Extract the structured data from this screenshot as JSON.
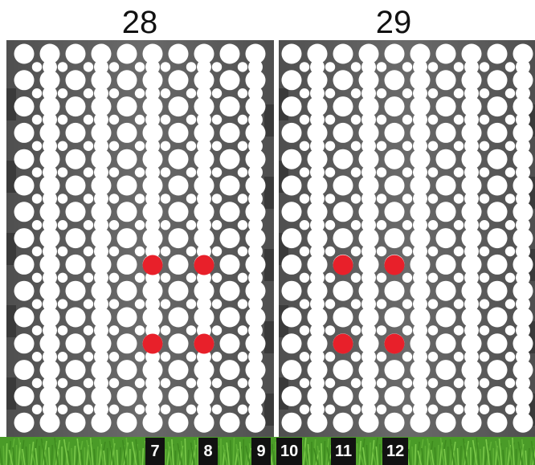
{
  "panels": [
    {
      "id": "28",
      "title": "28",
      "highlight_color": "#e8202a",
      "highlighted_holes": 4
    },
    {
      "id": "29",
      "title": "29",
      "highlight_color": "#e8202a",
      "highlighted_holes": 4
    }
  ],
  "colors": {
    "hole": "#ffffff",
    "panel_dark": "#4f4f4f",
    "panel_light": "#6a6a6a",
    "highlight": "#e8202a",
    "grass": "#4a9b28",
    "label_bg": "#111111",
    "label_text": "#ffffff"
  },
  "ground_labels": [
    "7",
    "8",
    "9",
    "10",
    "11",
    "12"
  ]
}
